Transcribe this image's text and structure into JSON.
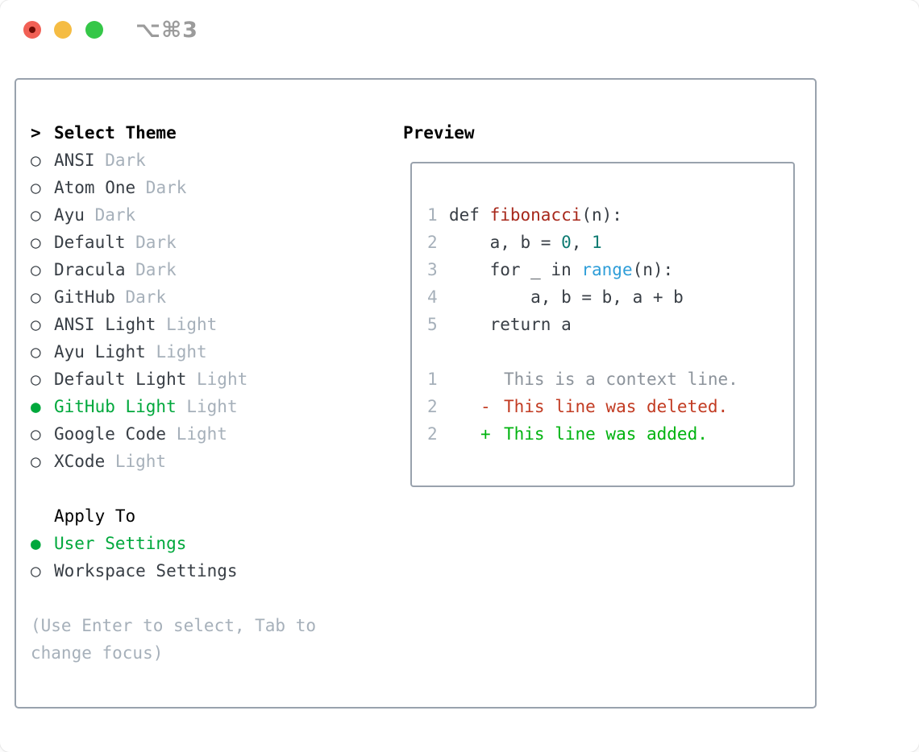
{
  "titlebar": {
    "title": "⌥⌘3",
    "buttons": [
      "close",
      "minimize",
      "zoom"
    ]
  },
  "glyphs": {
    "header_prefix": ">",
    "bullet_selected": "●",
    "bullet_unselected": "○"
  },
  "colors": {
    "accent_green": "#00a83c",
    "diff_red": "#c23b22",
    "diff_green": "#00b30f",
    "function_red": "#a7281b",
    "number_teal": "#0e7b72",
    "builtin_blue": "#2f9ed8",
    "border_gray": "#99a2ad",
    "text_dark": "#383e45",
    "text_muted": "#a6b0ba"
  },
  "theme_picker": {
    "header": "Select Theme",
    "items": [
      {
        "name": "ANSI",
        "variant": "Dark",
        "selected": false
      },
      {
        "name": "Atom One",
        "variant": "Dark",
        "selected": false
      },
      {
        "name": "Ayu",
        "variant": "Dark",
        "selected": false
      },
      {
        "name": "Default",
        "variant": "Dark",
        "selected": false
      },
      {
        "name": "Dracula",
        "variant": "Dark",
        "selected": false
      },
      {
        "name": "GitHub",
        "variant": "Dark",
        "selected": false
      },
      {
        "name": "ANSI Light",
        "variant": "Light",
        "selected": false
      },
      {
        "name": "Ayu Light",
        "variant": "Light",
        "selected": false
      },
      {
        "name": "Default Light",
        "variant": "Light",
        "selected": false
      },
      {
        "name": "GitHub Light",
        "variant": "Light",
        "selected": true
      },
      {
        "name": "Google Code",
        "variant": "Light",
        "selected": false
      },
      {
        "name": "XCode",
        "variant": "Light",
        "selected": false
      }
    ],
    "apply_to": {
      "header": "Apply To",
      "options": [
        {
          "label": "User Settings",
          "selected": true
        },
        {
          "label": "Workspace Settings",
          "selected": false
        }
      ]
    },
    "hint_lines": [
      "(Use Enter to select, Tab to",
      "change focus)"
    ]
  },
  "preview": {
    "title": "Preview",
    "code_lines": [
      {
        "num": "1",
        "tokens": [
          {
            "t": "def ",
            "c": "plain"
          },
          {
            "t": "fibonacci",
            "c": "func"
          },
          {
            "t": "(n):",
            "c": "plain"
          }
        ]
      },
      {
        "num": "2",
        "tokens": [
          {
            "t": "    a, b = ",
            "c": "plain"
          },
          {
            "t": "0",
            "c": "number"
          },
          {
            "t": ", ",
            "c": "plain"
          },
          {
            "t": "1",
            "c": "number"
          }
        ]
      },
      {
        "num": "3",
        "tokens": [
          {
            "t": "    for _ in ",
            "c": "plain"
          },
          {
            "t": "range",
            "c": "builtin"
          },
          {
            "t": "(n):",
            "c": "plain"
          }
        ]
      },
      {
        "num": "4",
        "tokens": [
          {
            "t": "        a, b = b, a + b",
            "c": "plain"
          }
        ]
      },
      {
        "num": "5",
        "tokens": [
          {
            "t": "    return a",
            "c": "plain"
          }
        ]
      }
    ],
    "diff_lines": [
      {
        "num": "1",
        "marker": " ",
        "text": "This is a context line.",
        "type": "context"
      },
      {
        "num": "2",
        "marker": "-",
        "text": "This line was deleted.",
        "type": "deleted"
      },
      {
        "num": "2",
        "marker": "+",
        "text": "This line was added.",
        "type": "added"
      }
    ]
  }
}
